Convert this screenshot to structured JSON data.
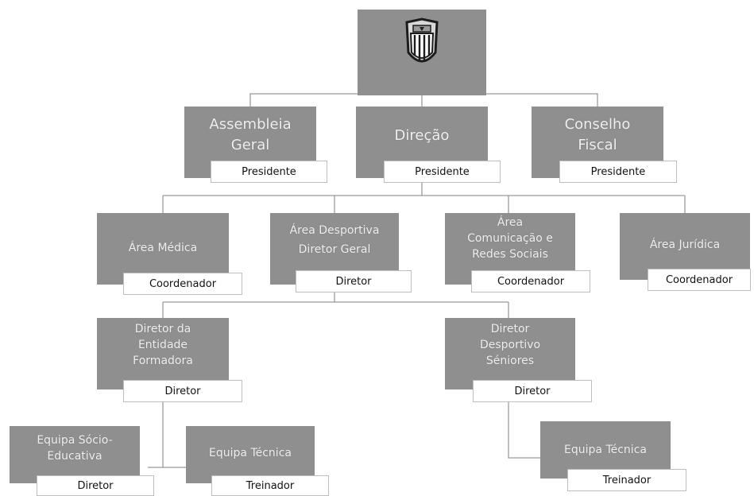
{
  "logo": {
    "icon": "club-crest-icon"
  },
  "level1": [
    {
      "title": "Assembleia\nGeral",
      "role": "Presidente"
    },
    {
      "title": "Direção",
      "role": "Presidente"
    },
    {
      "title": "Conselho\nFiscal",
      "role": "Presidente"
    }
  ],
  "level2": [
    {
      "title": "Área Médica",
      "role": "Coordenador"
    },
    {
      "title": "Área Desportiva\nDiretor Geral",
      "role": "Diretor"
    },
    {
      "title": "Área\nComunicação e\nRedes Sociais",
      "role": "Coordenador"
    },
    {
      "title": "Área Jurídica",
      "role": "Coordenador"
    }
  ],
  "level3": [
    {
      "title": "Diretor da\nEntidade\nFormadora",
      "role": "Diretor"
    },
    {
      "title": "Diretor\nDesportivo\nSéniores",
      "role": "Diretor"
    }
  ],
  "level4": [
    {
      "title": "Equipa Sócio-\nEducativa",
      "role": "Diretor"
    },
    {
      "title": "Equipa Técnica",
      "role": "Treinador"
    },
    {
      "title": "Equipa Técnica",
      "role": "Treinador"
    }
  ],
  "colors": {
    "box": "#8f8f8f",
    "text": "#f0f0f0",
    "line": "#9a9a9a"
  }
}
